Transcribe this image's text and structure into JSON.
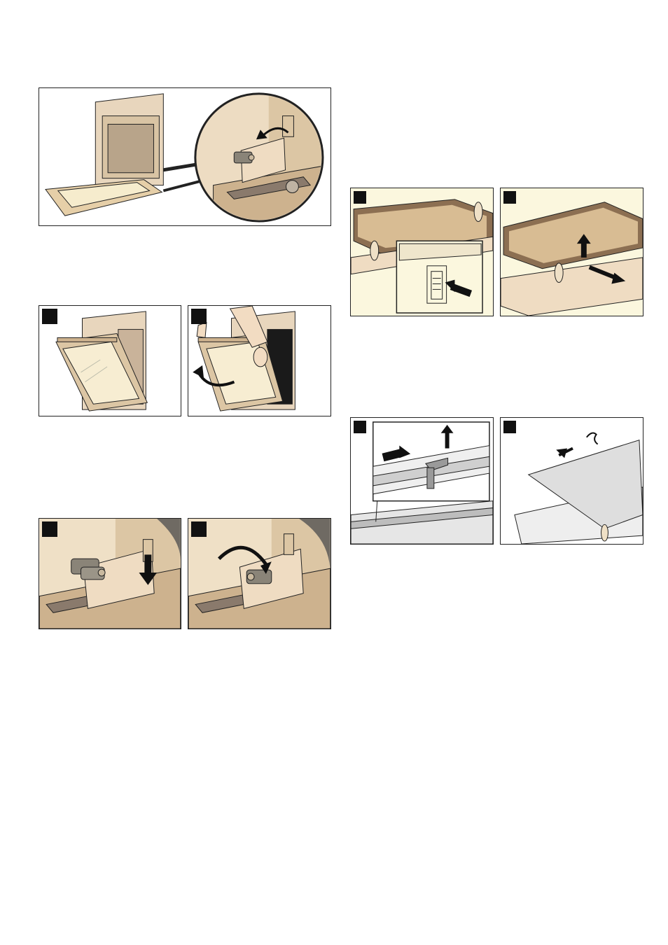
{
  "page": {
    "figures": [
      {
        "id": "fig-hinge-overview",
        "kind": "illustration"
      },
      {
        "id": "fig-door-open",
        "kind": "illustration",
        "step_marker": true
      },
      {
        "id": "fig-door-lift",
        "kind": "illustration",
        "step_marker": true
      },
      {
        "id": "fig-hinge-press",
        "kind": "illustration",
        "step_marker": true
      },
      {
        "id": "fig-hinge-rotate",
        "kind": "illustration",
        "step_marker": true
      },
      {
        "id": "fig-glass-clip",
        "kind": "illustration",
        "step_marker": true
      },
      {
        "id": "fig-glass-lift",
        "kind": "illustration",
        "step_marker": true
      },
      {
        "id": "fig-seal-clip",
        "kind": "illustration",
        "step_marker": true
      },
      {
        "id": "fig-seal-remove",
        "kind": "illustration",
        "step_marker": true
      }
    ],
    "colors": {
      "cream": "#f4e8d2",
      "warm": "#e8cfae",
      "stone": "#d9bf9d",
      "shadow": "#8a7a6c",
      "panel_yellow": "#fbf7de",
      "outline": "#222222"
    }
  }
}
